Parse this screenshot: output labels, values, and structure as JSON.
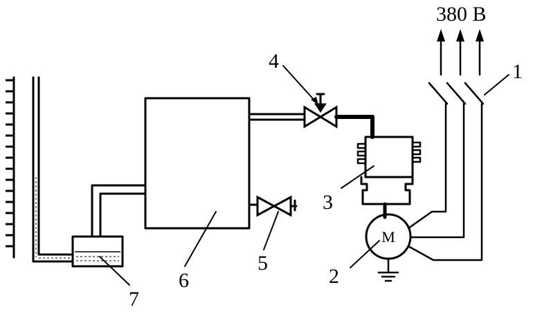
{
  "voltage_label": "380 В",
  "motor_symbol": "M",
  "labels": {
    "switch": "1",
    "motor": "2",
    "compressor": "3",
    "inlet_valve": "4",
    "outlet_valve": "5",
    "receiver": "6",
    "liquid_pot": "7"
  }
}
